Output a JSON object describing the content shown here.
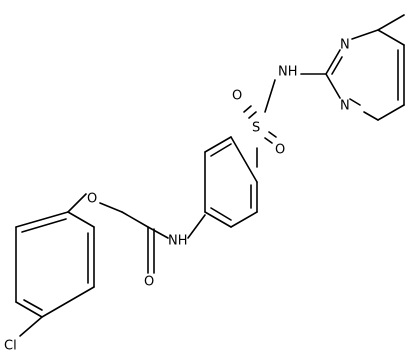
{
  "molecule": {
    "labels": {
      "cl": "Cl",
      "o_ether": "O",
      "o_carbonyl": "O",
      "nh_amide": "NH",
      "s": "S",
      "o_sulfonyl_left": "O",
      "o_sulfonyl_bottom": "O",
      "nh_sulfonamide": "NH",
      "n_ring_top": "N",
      "n_ring_bottom": "N"
    }
  }
}
